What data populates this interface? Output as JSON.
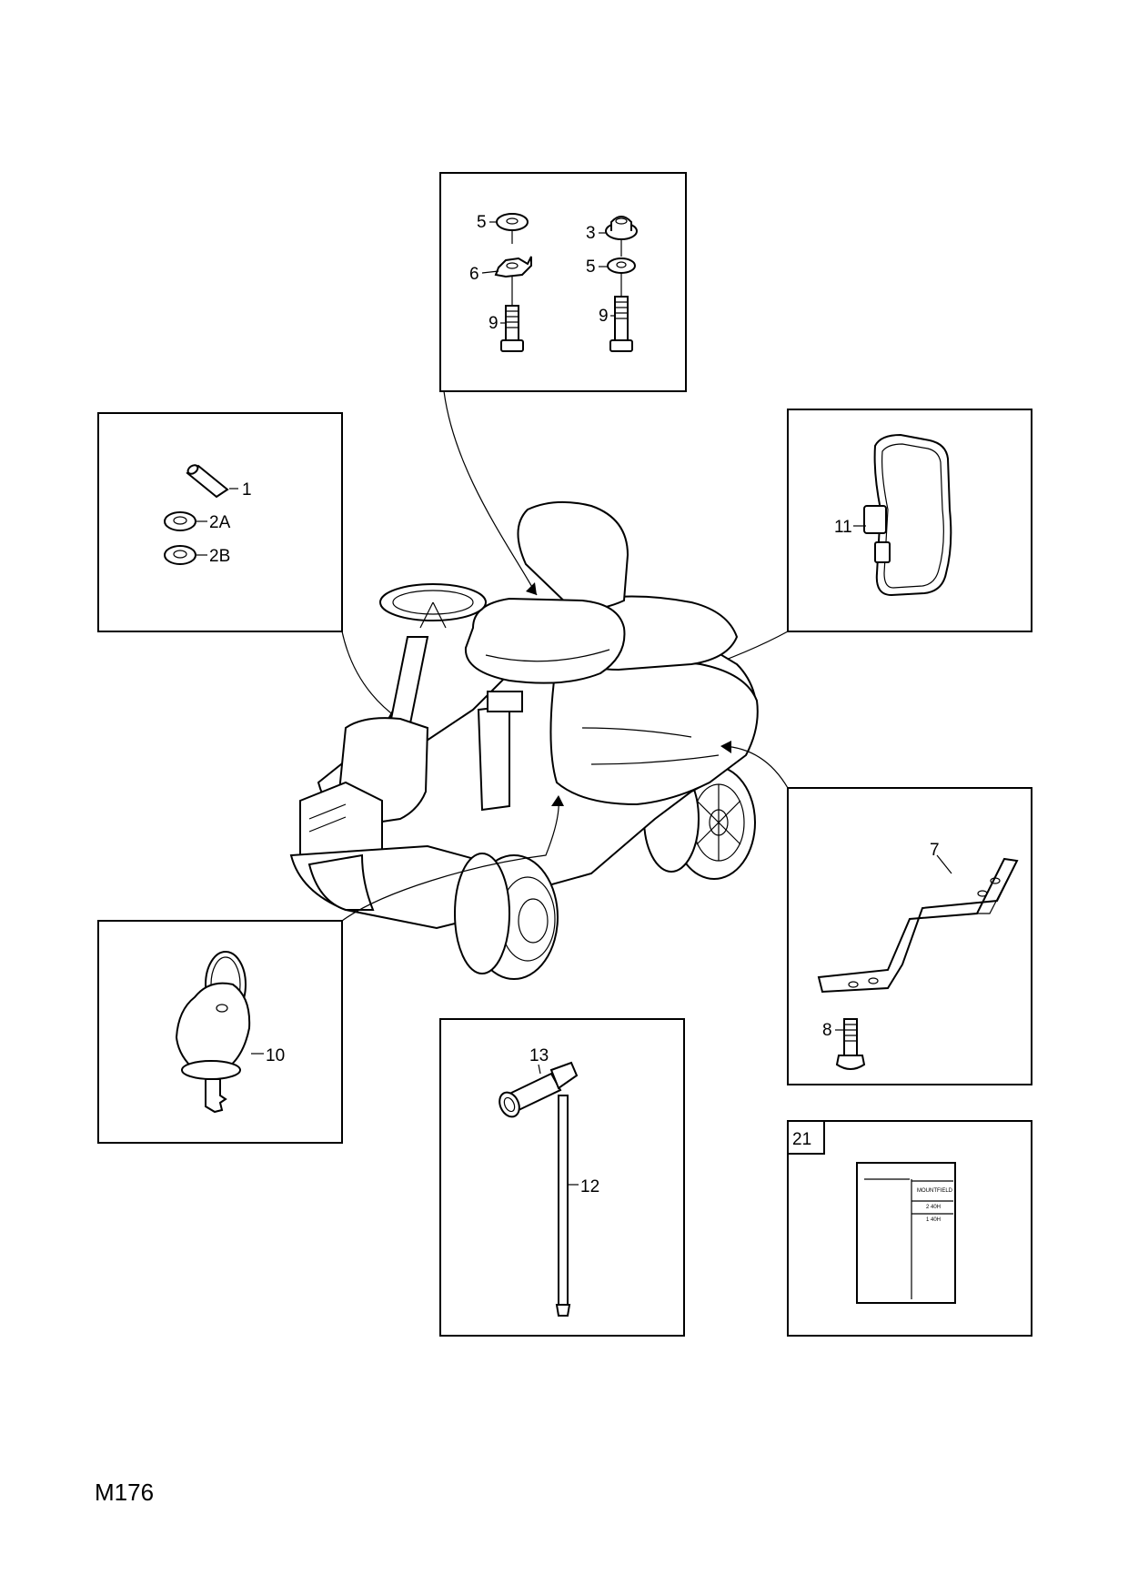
{
  "page_code": "M176",
  "callouts": {
    "c1": "1",
    "c2a": "2A",
    "c2b": "2B",
    "c3": "3",
    "c5a": "5",
    "c5b": "5",
    "c6": "6",
    "c7": "7",
    "c8": "8",
    "c9a": "9",
    "c9b": "9",
    "c10": "10",
    "c11": "11",
    "c12": "12",
    "c13": "13",
    "c21": "21"
  },
  "manual": {
    "brand": "MOUNTFIELD",
    "line1": "2 40H",
    "line2": "1 40H"
  }
}
